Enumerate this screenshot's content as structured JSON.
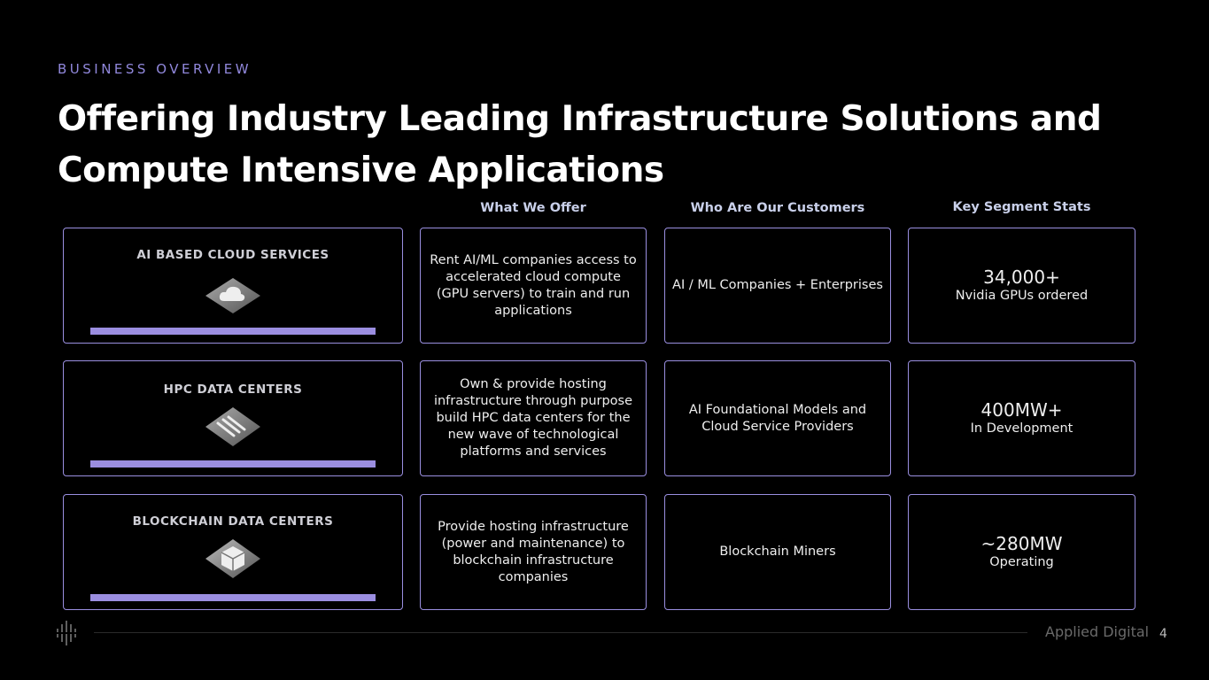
{
  "eyebrow": "BUSINESS OVERVIEW",
  "title": "Offering Industry Leading Infrastructure Solutions and Compute Intensive Applications",
  "columns": {
    "offer": "What We Offer",
    "customers": "Who Are Our Customers",
    "stats": "Key Segment Stats"
  },
  "rows": [
    {
      "segment": "AI BASED CLOUD SERVICES",
      "icon": "cloud-icon",
      "offer": "Rent AI/ML companies access to accelerated cloud compute (GPU servers) to train and run applications",
      "customers": "AI / ML Companies + Enterprises",
      "stat_value": "34,000+",
      "stat_label": "Nvidia GPUs ordered"
    },
    {
      "segment": "HPC DATA CENTERS",
      "icon": "server-icon",
      "offer": "Own & provide hosting infrastructure through purpose build HPC data centers for the new wave of technological platforms and services",
      "customers": "AI Foundational Models and Cloud Service Providers",
      "stat_value": "400MW+",
      "stat_label": "In Development"
    },
    {
      "segment": "BLOCKCHAIN DATA CENTERS",
      "icon": "cube-icon",
      "offer": "Provide hosting infrastructure (power and maintenance) to blockchain infrastructure companies",
      "customers": "Blockchain Miners",
      "stat_value": "~280MW",
      "stat_label": "Operating"
    }
  ],
  "footer": {
    "brand": "Applied Digital",
    "page": "4"
  },
  "colors": {
    "accent": "#9a8fe0",
    "eyebrow": "#9188dc",
    "header": "#c9d0ea"
  }
}
